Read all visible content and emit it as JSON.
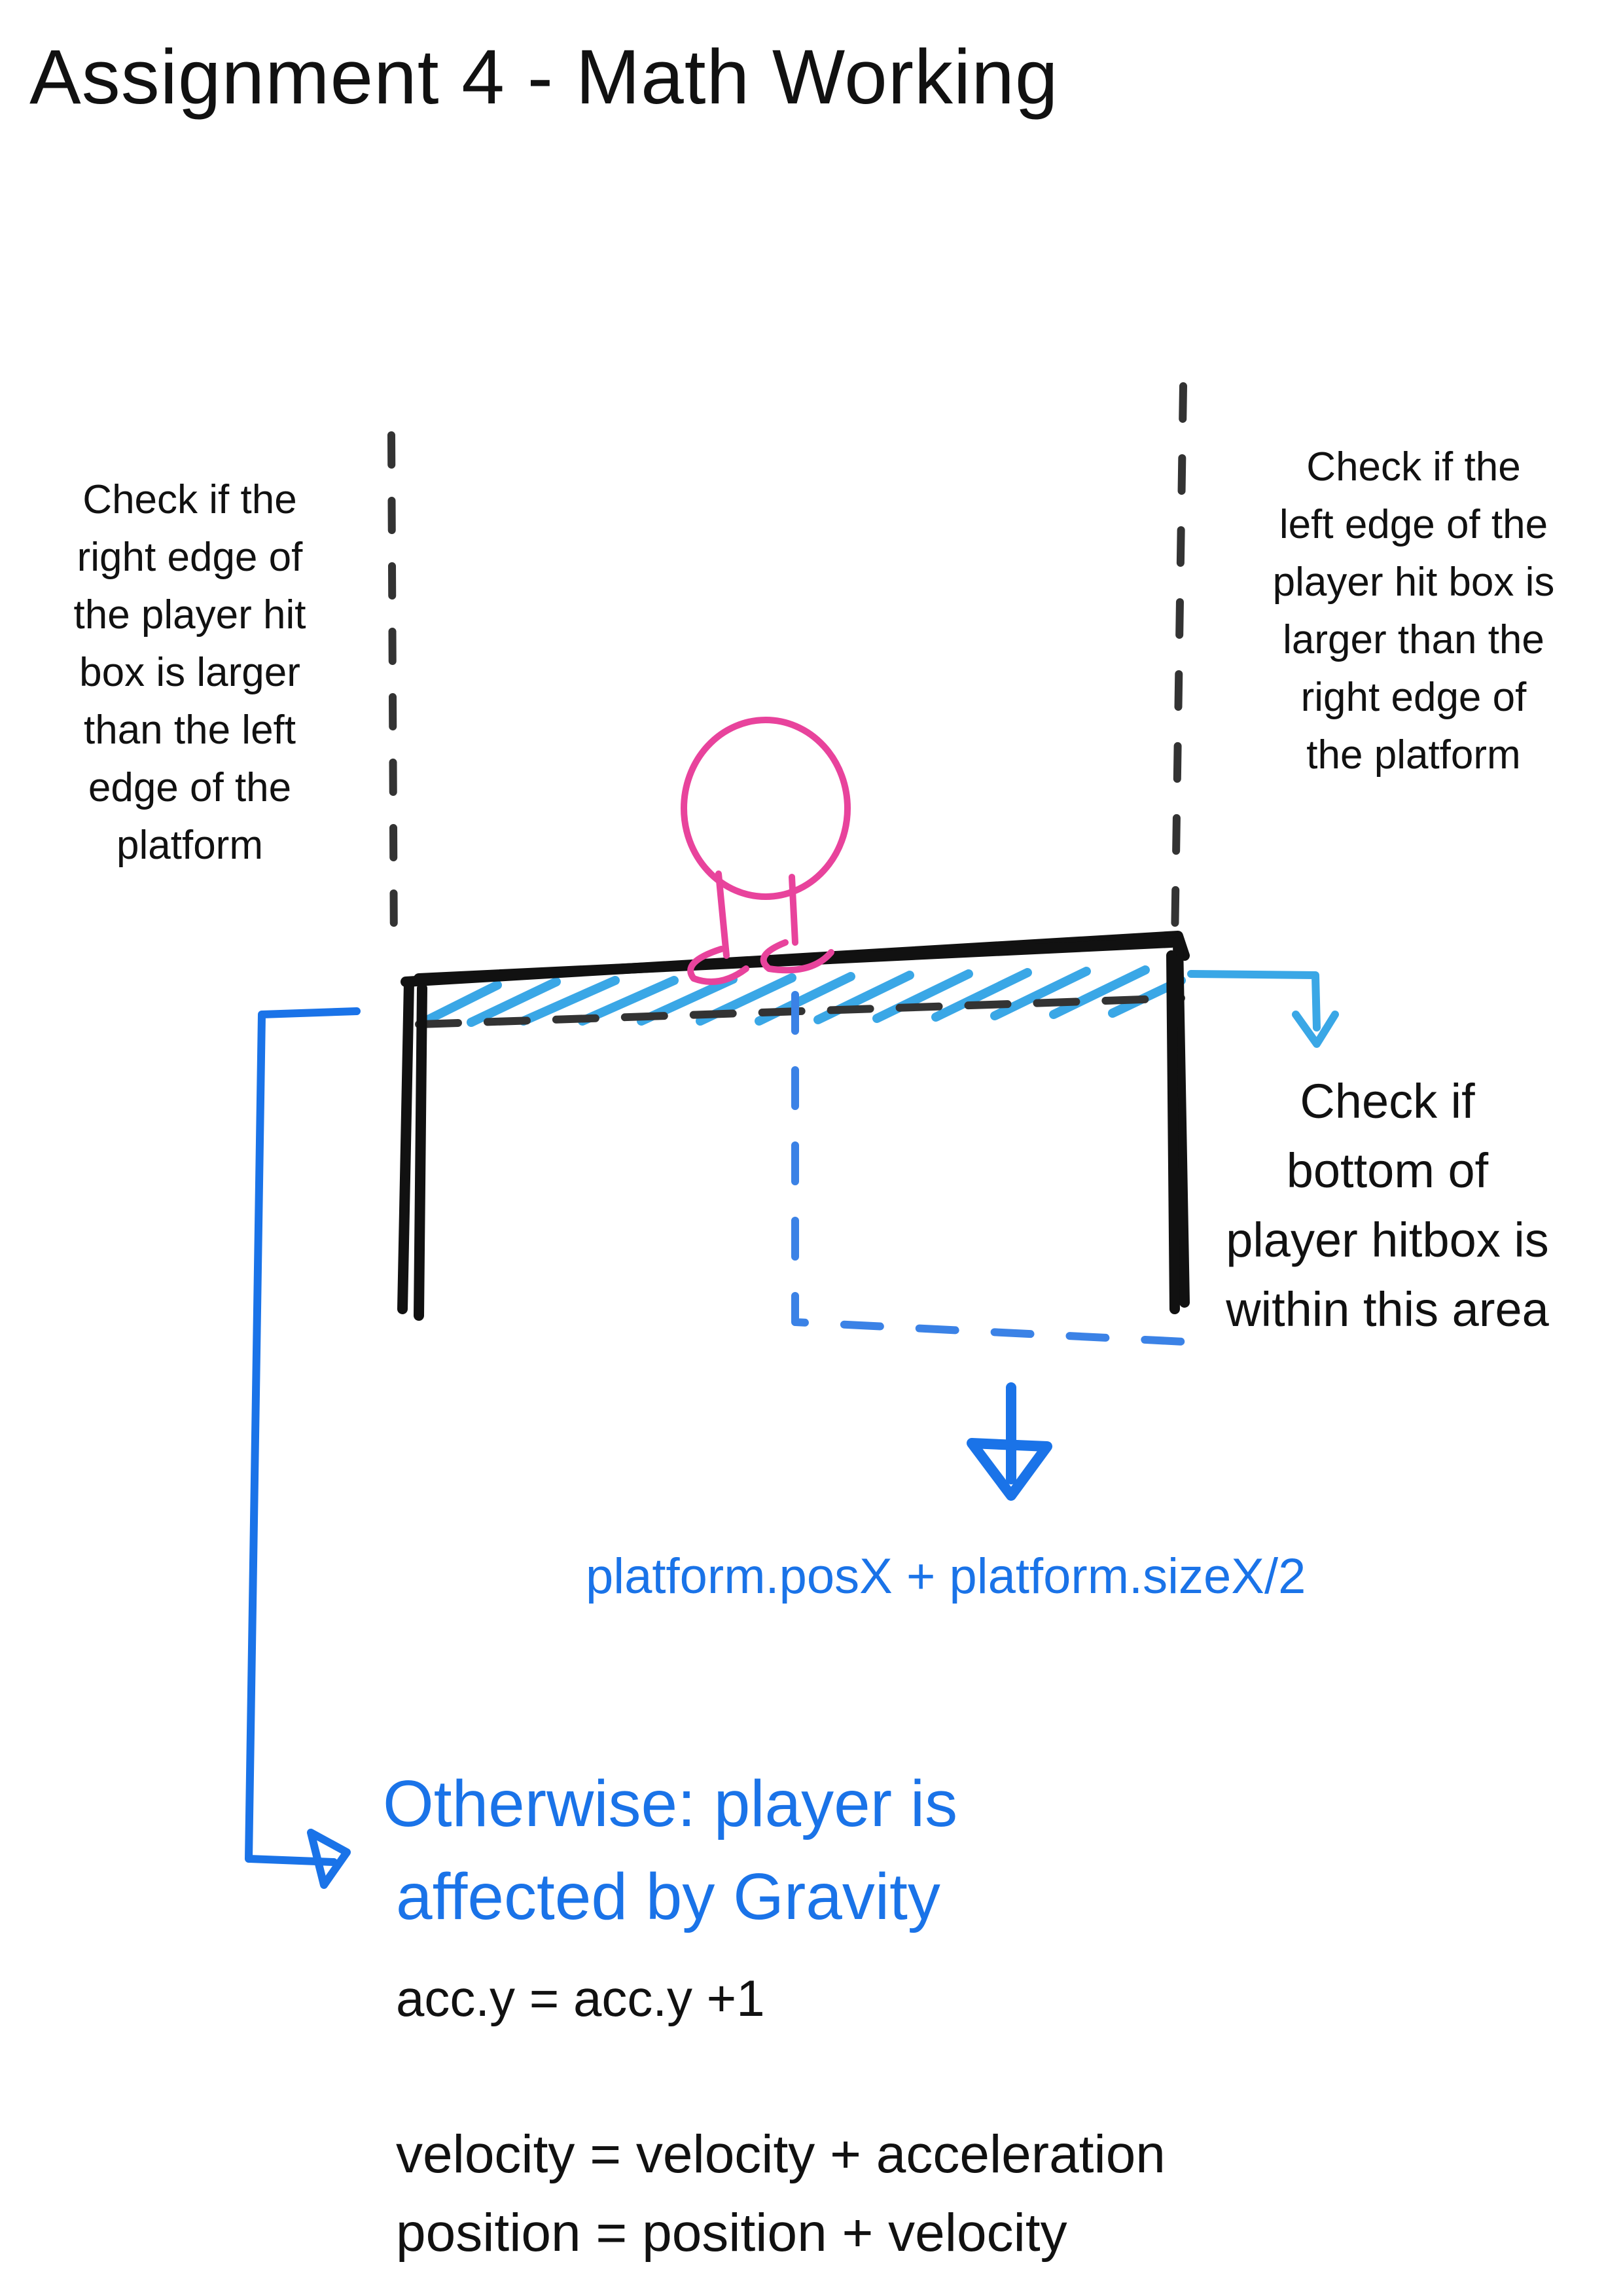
{
  "title": "Assignment 4 - Math Working",
  "colors": {
    "ink": "#111111",
    "blue_text": "#1a73e8",
    "sky_blue": "#3aa7e6",
    "player_pink": "#e8439c",
    "dash_grey": "#333333"
  },
  "notes": {
    "left": {
      "lines": [
        "Check if the",
        "right edge of",
        "the player hit",
        "box is larger",
        "than the left",
        "edge of the",
        "platform"
      ]
    },
    "right": {
      "lines": [
        "Check if the",
        "left edge of the",
        "player hit box is",
        "larger than the",
        "right edge of",
        "the platform"
      ]
    },
    "bottom_check": {
      "lines": [
        "Check if",
        "bottom of",
        "player hitbox is",
        "within this area"
      ]
    }
  },
  "formula_center": "platform.posX + platform.sizeX/2",
  "otherwise": {
    "lines": [
      "Otherwise: player is",
      "affected by Gravity"
    ]
  },
  "equations": {
    "acc": "acc.y = acc.y +1",
    "velocity": "velocity = velocity + acceleration",
    "position": "position = position + velocity"
  },
  "icons": {
    "player": "stick-player-icon",
    "arrow_down": "arrow-down-icon",
    "arrow_right": "arrow-right-icon"
  }
}
